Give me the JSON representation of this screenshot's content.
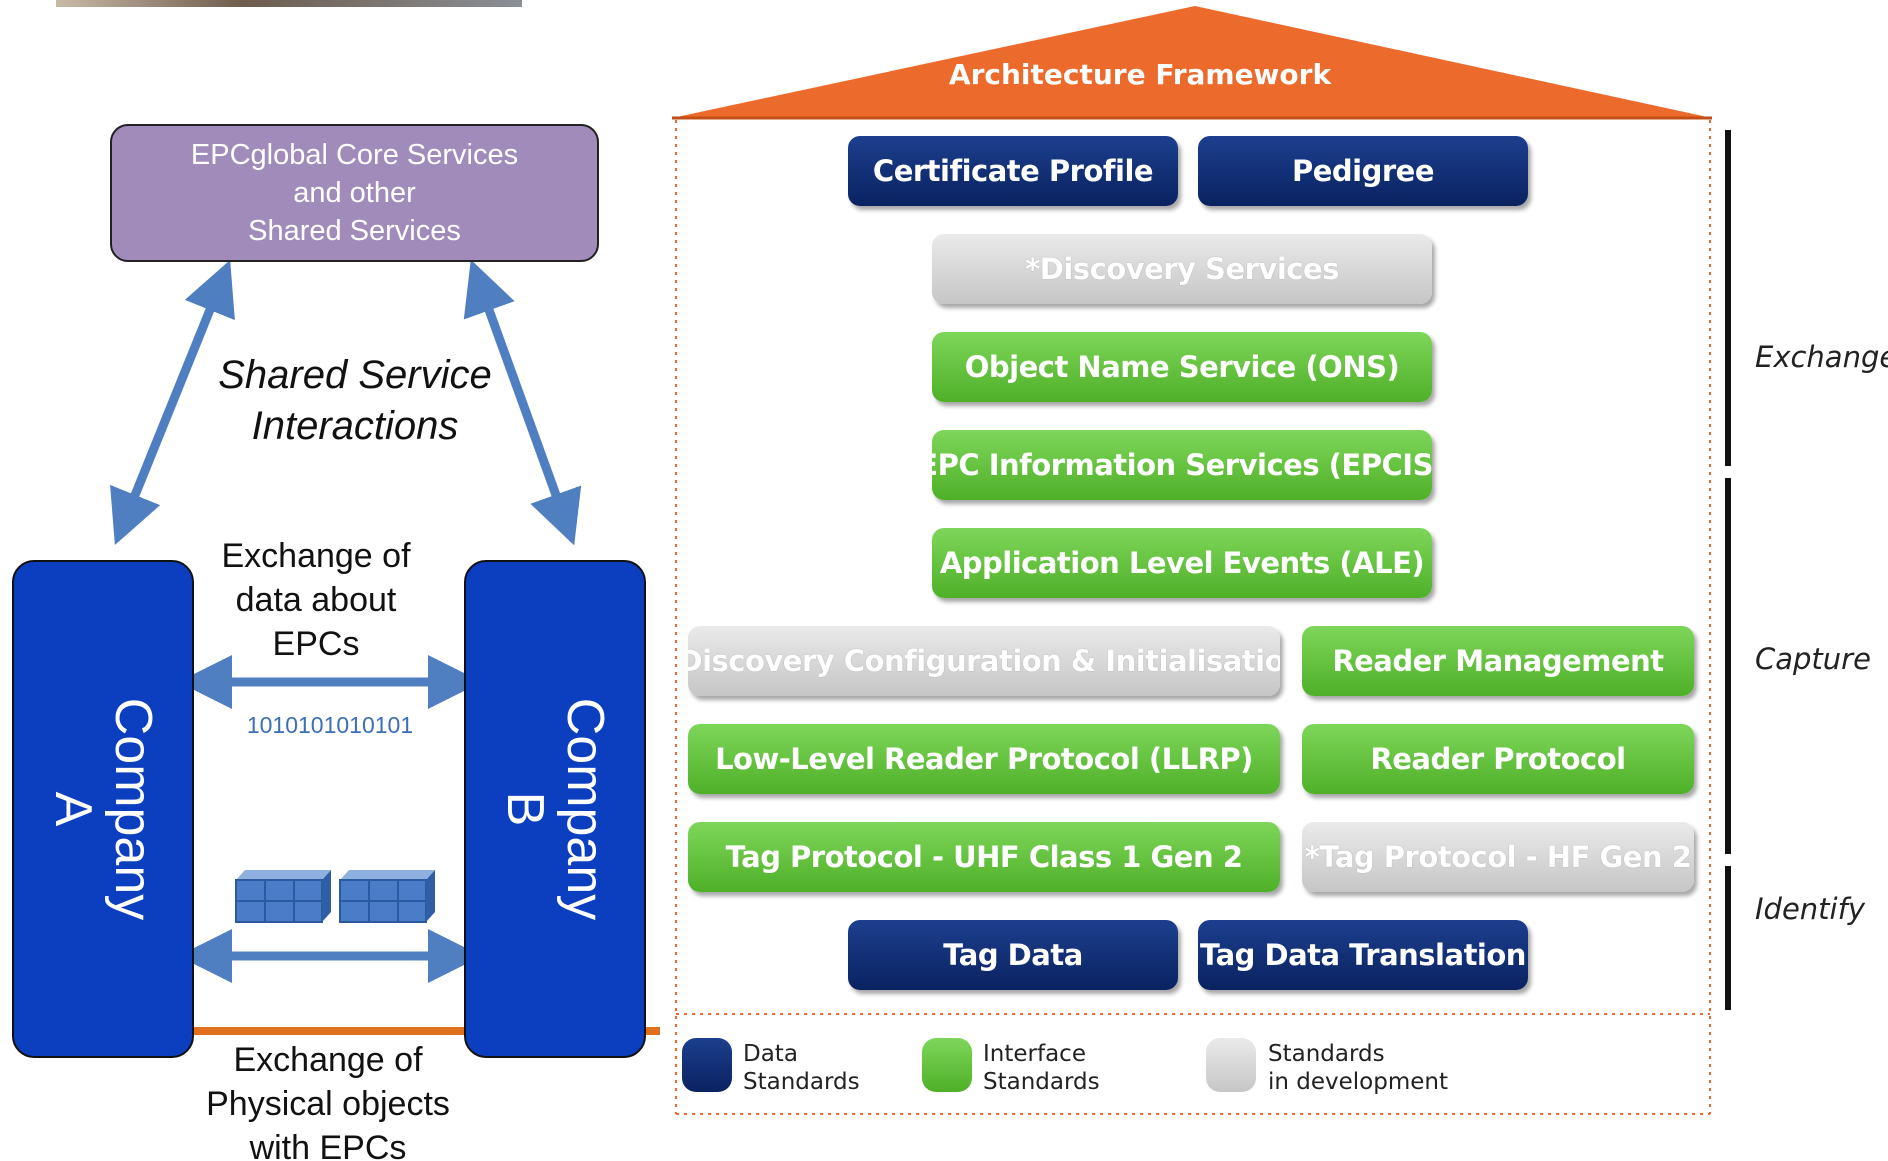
{
  "left_diagram": {
    "core_services": [
      "EPCglobal Core Services",
      "and other",
      "Shared Services"
    ],
    "shared_interactions": [
      "Shared Service",
      "Interactions"
    ],
    "company_a": [
      "Company",
      "A"
    ],
    "company_b": [
      "Company",
      "B"
    ],
    "data_exchange": [
      "Exchange of",
      "data about",
      "EPCs"
    ],
    "binary": "1010101010101",
    "physical_exchange": [
      "Exchange of",
      "Physical objects",
      "with EPCs"
    ]
  },
  "architecture": {
    "title": "Architecture Framework",
    "rows": [
      {
        "left": {
          "label": "Certificate Profile",
          "type": "data"
        },
        "right": {
          "label": "Pedigree",
          "type": "data"
        }
      },
      {
        "full": {
          "label": "*Discovery Services",
          "type": "development"
        }
      },
      {
        "full": {
          "label": "Object Name Service (ONS)",
          "type": "interface"
        }
      },
      {
        "full": {
          "label": "EPC Information Services (EPCIS)",
          "type": "interface"
        }
      },
      {
        "full": {
          "label": "Application Level Events (ALE)",
          "type": "interface"
        }
      },
      {
        "left": {
          "label": "*Discovery Configuration & Initialisation",
          "type": "development"
        },
        "right": {
          "label": "Reader Management",
          "type": "interface"
        }
      },
      {
        "left": {
          "label": "Low-Level Reader Protocol (LLRP)",
          "type": "interface"
        },
        "right": {
          "label": "Reader Protocol",
          "type": "interface"
        }
      },
      {
        "left": {
          "label": "Tag Protocol - UHF Class 1 Gen 2",
          "type": "interface"
        },
        "right": {
          "label": "*Tag Protocol - HF Gen 2",
          "type": "development"
        }
      },
      {
        "left": {
          "label": "Tag Data",
          "type": "data"
        },
        "right": {
          "label": "Tag Data Translation",
          "type": "data"
        }
      }
    ],
    "side_labels": [
      "Exchange",
      "Capture",
      "Identify"
    ],
    "legend": [
      {
        "lines": [
          "Data",
          "Standards"
        ],
        "type": "data"
      },
      {
        "lines": [
          "Interface",
          "Standards"
        ],
        "type": "interface"
      },
      {
        "lines": [
          "Standards",
          "in development"
        ],
        "type": "development"
      }
    ]
  },
  "colors": {
    "navy": "#0f2a6e",
    "green": "#5cc035",
    "gray": "#d6d6d6",
    "orange_roof": "#ec6a2c",
    "company_blue": "#0c3fc0",
    "arrow_blue": "#4f7fc0",
    "core_purple": "#a08bba"
  }
}
